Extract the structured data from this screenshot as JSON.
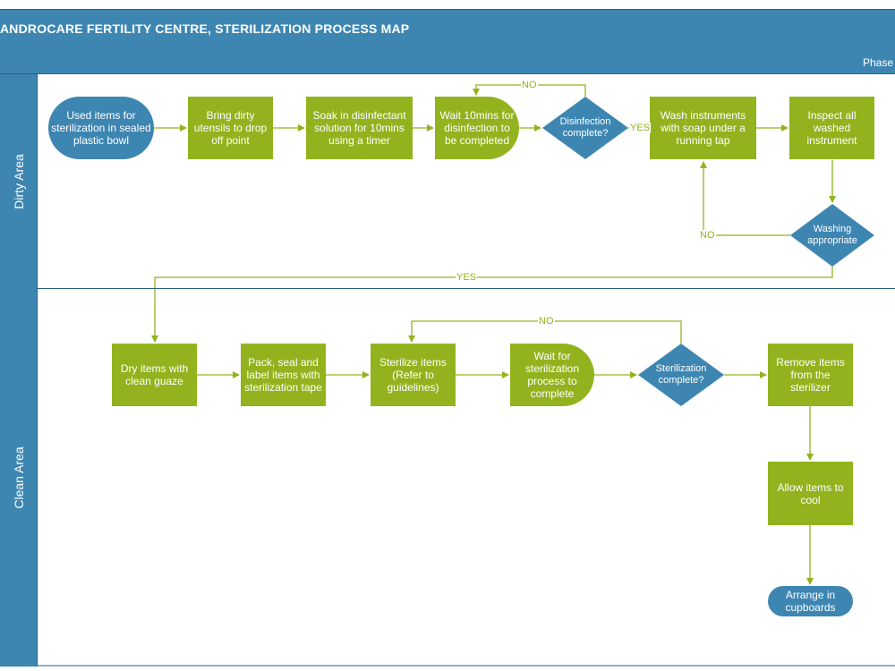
{
  "header": {
    "title": "ANDROCARE FERTILITY CENTRE, STERILIZATION PROCESS MAP",
    "phase_label": "Phase"
  },
  "lanes": {
    "dirty": "Dirty Area",
    "clean": "Clean Area"
  },
  "nodes": {
    "used_items": "Used items for sterilization in sealed plastic bowl",
    "bring_utensils": "Bring dirty utensils to drop off point",
    "soak": "Soak in disinfectant solution for 10mins using a timer",
    "wait_disinfection": "Wait 10mins for disinfection to be completed",
    "disinfection_complete": "Disinfection complete?",
    "wash": "Wash instruments with soap under a running tap",
    "inspect": "Inspect all washed instrument",
    "washing_appropriate": "Washing appropriate",
    "dry": "Dry items with clean guaze",
    "pack": "Pack, seal and label items with sterilization tape",
    "sterilize": "Sterilize items (Refer to guidelines)",
    "wait_sterilization": "Wait for sterilization process to complete",
    "sterilization_complete": "Sterilization complete?",
    "remove": "Remove items from the sterilizer",
    "cool": "Allow items to cool",
    "arrange": "Arrange in cupboards"
  },
  "edge_labels": {
    "disinfection_no": "NO",
    "disinfection_yes": "YES",
    "washing_no": "NO",
    "washing_yes": "YES",
    "sterilization_no": "NO"
  },
  "colors": {
    "header_blue": "#3e86b2",
    "process_green": "#92b31e",
    "decision_blue": "#3e86b2",
    "connector_green": "#92b31e"
  }
}
